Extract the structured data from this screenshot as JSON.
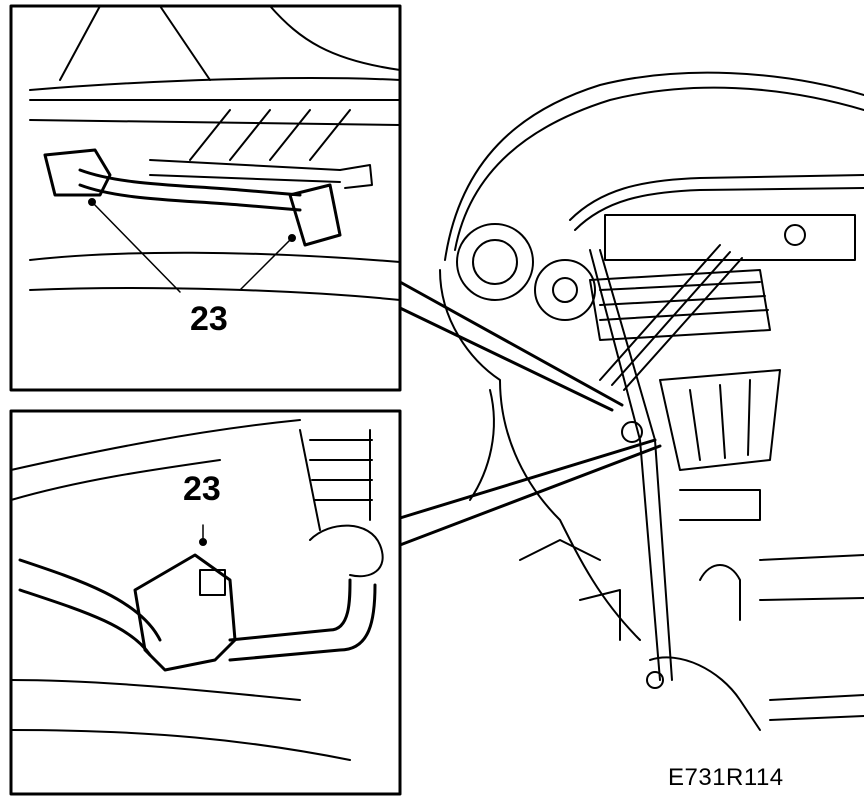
{
  "diagram": {
    "callout_top": "23",
    "callout_bottom": "23",
    "figure_code": "E731R114"
  },
  "colors": {
    "ink": "#000000",
    "paper": "#ffffff"
  }
}
